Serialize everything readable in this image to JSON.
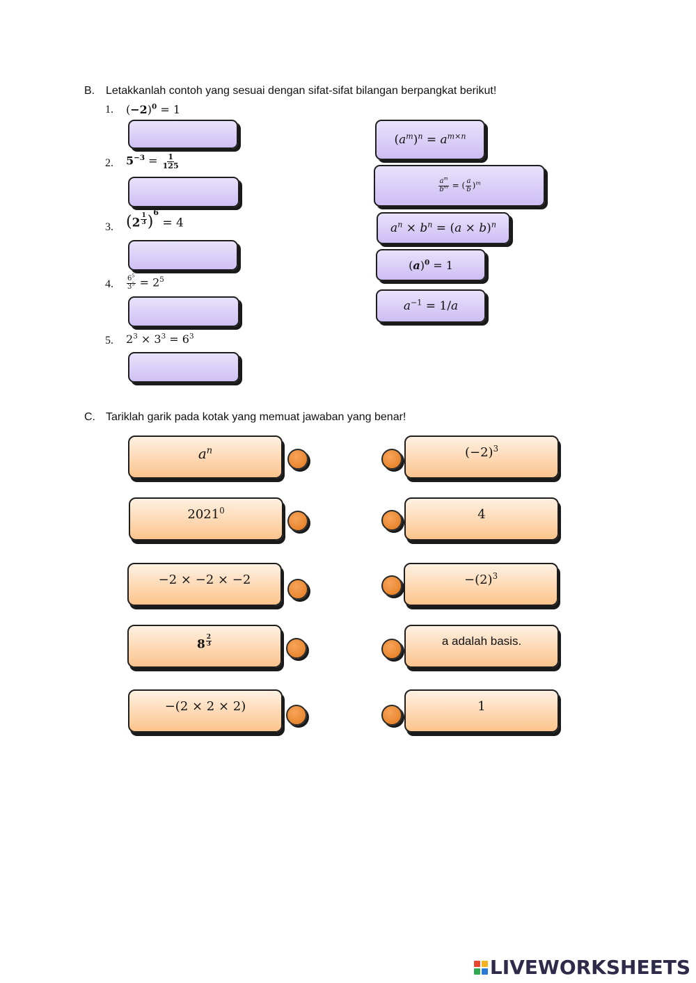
{
  "section_b": {
    "letter": "B.",
    "instruction": "Letakkanlah contoh yang sesuai dengan sifat-sifat bilangan berpangkat berikut!",
    "items": [
      {
        "number": "1."
      },
      {
        "number": "2."
      },
      {
        "number": "3."
      },
      {
        "number": "4."
      },
      {
        "number": "5."
      }
    ]
  },
  "section_c": {
    "letter": "C.",
    "instruction": "Tariklah garik pada kotak yang memuat jawaban yang benar!",
    "right_plain": "a adalah basis.",
    "right_five": "1",
    "right_two": "4"
  },
  "colors": {
    "purple_box": "#d9cdf7",
    "orange_box": "#fcc48c",
    "orange_dot": "#e98527",
    "logo_text": "#2e2a4a"
  },
  "footer": {
    "logo_text": "LIVEWORKSHEETS"
  }
}
